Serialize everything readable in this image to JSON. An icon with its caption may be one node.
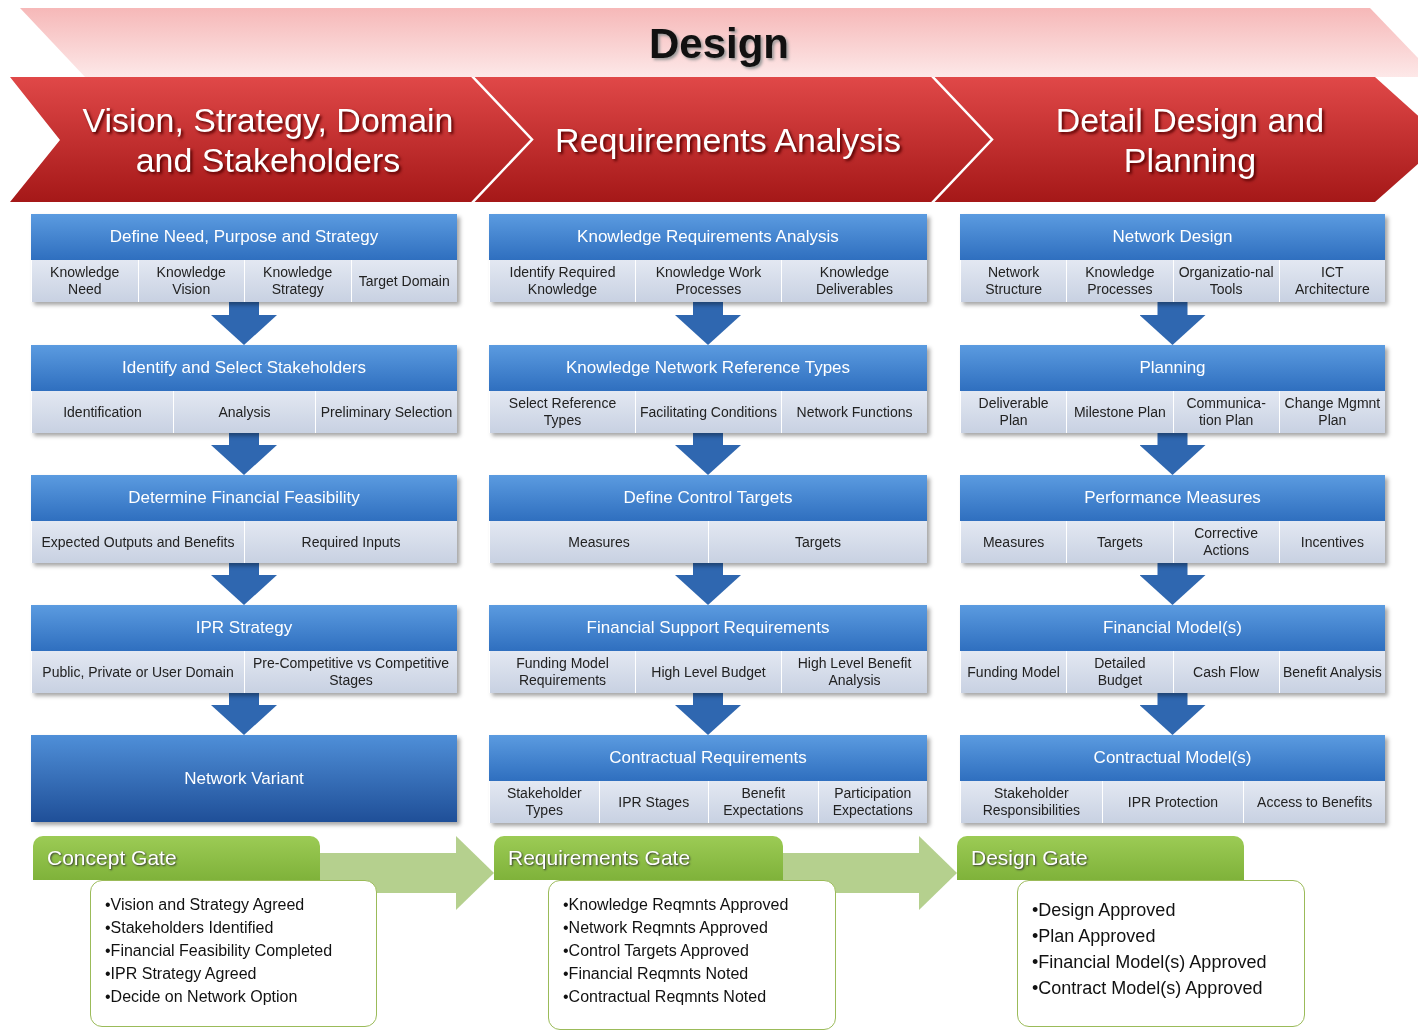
{
  "diagram": {
    "nodes": [
      {
        "text": [
          "Design"
        ]
      },
      {
        "text": [
          "Vision, Strategy, Domain and Stakeholders"
        ]
      },
      {
        "text": [
          "Requirements Analysis"
        ]
      },
      {
        "text": [
          "Detail Design and Planning"
        ]
      },
      {
        "text": [
          "Define Need, Purpose and Strategy"
        ]
      },
      {
        "text": [
          "Knowledge Need"
        ],
        "in": 4
      },
      {
        "text": [
          "Knowledge Vision"
        ],
        "in": 4
      },
      {
        "text": [
          "Knowledge Strategy"
        ],
        "in": 4
      },
      {
        "text": [
          "Target Domain"
        ],
        "in": 4
      },
      {
        "text": [
          "Identify and Select Stakeholders"
        ]
      },
      {
        "text": [
          "Identification"
        ],
        "in": 9
      },
      {
        "text": [
          "Analysis"
        ],
        "in": 9
      },
      {
        "text": [
          "Preliminary Selection"
        ],
        "in": 9
      },
      {
        "text": [
          "Determine Financial Feasibility"
        ]
      },
      {
        "text": [
          "Expected Outputs and Benefits"
        ],
        "in": 13
      },
      {
        "text": [
          "Required Inputs"
        ],
        "in": 13
      },
      {
        "text": [
          "IPR Strategy"
        ]
      },
      {
        "text": [
          "Public, Private or User Domain"
        ],
        "in": 16
      },
      {
        "text": [
          "Pre-Competitive vs Competitive Stages"
        ],
        "in": 16
      },
      {
        "text": [
          "Network Variant"
        ]
      },
      {
        "text": [
          "Knowledge Requirements Analysis"
        ]
      },
      {
        "text": [
          "Identify Required Knowledge"
        ],
        "in": 20
      },
      {
        "text": [
          "Knowledge Work Processes"
        ],
        "in": 20
      },
      {
        "text": [
          "Knowledge Deliverables"
        ],
        "in": 20
      },
      {
        "text": [
          "Knowledge Network Reference Types"
        ]
      },
      {
        "text": [
          "Select Reference Types"
        ],
        "in": 24
      },
      {
        "text": [
          "Facilitating Conditions"
        ],
        "in": 24
      },
      {
        "text": [
          "Network Functions"
        ],
        "in": 24
      },
      {
        "text": [
          "Define Control Targets"
        ]
      },
      {
        "text": [
          "Measures"
        ],
        "in": 28
      },
      {
        "text": [
          "Targets"
        ],
        "in": 28
      },
      {
        "text": [
          "Financial Support Requirements"
        ]
      },
      {
        "text": [
          "Funding Model Requirements"
        ],
        "in": 31
      },
      {
        "text": [
          "High Level Budget"
        ],
        "in": 31
      },
      {
        "text": [
          "High Level Benefit Analysis"
        ],
        "in": 31
      },
      {
        "text": [
          "Contractual Requirements"
        ]
      },
      {
        "text": [
          "Stakeholder Types"
        ],
        "in": 35
      },
      {
        "text": [
          "IPR Stages"
        ],
        "in": 35
      },
      {
        "text": [
          "Benefit Expectations"
        ],
        "in": 35
      },
      {
        "text": [
          "Participation Expectations"
        ],
        "in": 35
      },
      {
        "text": [
          "Network Design"
        ]
      },
      {
        "text": [
          "Network Structure"
        ],
        "in": 40
      },
      {
        "text": [
          "Knowledge Processes"
        ],
        "in": 40
      },
      {
        "text": [
          "Organizatio-nal Tools"
        ],
        "in": 40
      },
      {
        "text": [
          "ICT Architecture"
        ],
        "in": 40
      },
      {
        "text": [
          "Planning"
        ]
      },
      {
        "text": [
          "Deliverable Plan"
        ],
        "in": 45
      },
      {
        "text": [
          "Milestone Plan"
        ],
        "in": 45
      },
      {
        "text": [
          "Communica-tion Plan"
        ],
        "in": 45
      },
      {
        "text": [
          "Change Mgmnt Plan"
        ],
        "in": 45
      },
      {
        "text": [
          "Performance Measures"
        ]
      },
      {
        "text": [
          "Measures"
        ],
        "in": 50
      },
      {
        "text": [
          "Targets"
        ],
        "in": 50
      },
      {
        "text": [
          "Corrective Actions"
        ],
        "in": 50
      },
      {
        "text": [
          "Incentives"
        ],
        "in": 50
      },
      {
        "text": [
          "Financial Model(s)"
        ]
      },
      {
        "text": [
          "Funding Model"
        ],
        "in": 55
      },
      {
        "text": [
          "Detailed Budget"
        ],
        "in": 55
      },
      {
        "text": [
          "Cash Flow"
        ],
        "in": 55
      },
      {
        "text": [
          "Benefit Analysis"
        ],
        "in": 55
      },
      {
        "text": [
          "Contractual Model(s)"
        ]
      },
      {
        "text": [
          "Stakeholder Responsibilities"
        ],
        "in": 60
      },
      {
        "text": [
          "IPR Protection"
        ],
        "in": 60
      },
      {
        "text": [
          "Access to Benefits"
        ],
        "in": 60
      },
      {
        "text": [
          "Concept Gate"
        ]
      },
      {
        "text": [
          "•Vision and Strategy Agreed",
          "•Stakeholders Identified",
          "•Financial Feasibility Completed",
          "•IPR Strategy Agreed",
          "•Decide on Network Option"
        ]
      },
      {
        "text": [
          "Requirements Gate"
        ]
      },
      {
        "text": [
          "•Knowledge Reqmnts Approved",
          "•Network Reqmnts Approved",
          "•Control Targets Approved",
          "•Financial Reqmnts Noted",
          "•Contractual Reqmnts Noted"
        ]
      },
      {
        "text": [
          "Design Gate"
        ]
      },
      {
        "text": [
          "•Design Approved",
          "•Plan Approved",
          "•Financial Model(s) Approved",
          "•Contract Model(s) Approved"
        ]
      }
    ],
    "edges": [
      {
        "from": 4,
        "to": 9,
        "arrow": "to"
      },
      {
        "from": 9,
        "to": 13,
        "arrow": "to"
      },
      {
        "from": 13,
        "to": 16,
        "arrow": "to"
      },
      {
        "from": 16,
        "to": 19,
        "arrow": "to"
      },
      {
        "from": 20,
        "to": 24,
        "arrow": "to"
      },
      {
        "from": 24,
        "to": 28,
        "arrow": "to"
      },
      {
        "from": 28,
        "to": 31,
        "arrow": "to"
      },
      {
        "from": 31,
        "to": 35,
        "arrow": "to"
      },
      {
        "from": 40,
        "to": 45,
        "arrow": "to"
      },
      {
        "from": 45,
        "to": 50,
        "arrow": "to"
      },
      {
        "from": 50,
        "to": 55,
        "arrow": "to"
      },
      {
        "from": 55,
        "to": 60,
        "arrow": "to"
      },
      {
        "from": 64,
        "to": 66,
        "arrow": "to",
        "color": "#b5d08e"
      },
      {
        "from": 66,
        "to": 68,
        "arrow": "to",
        "color": "#b5d08e"
      }
    ]
  }
}
